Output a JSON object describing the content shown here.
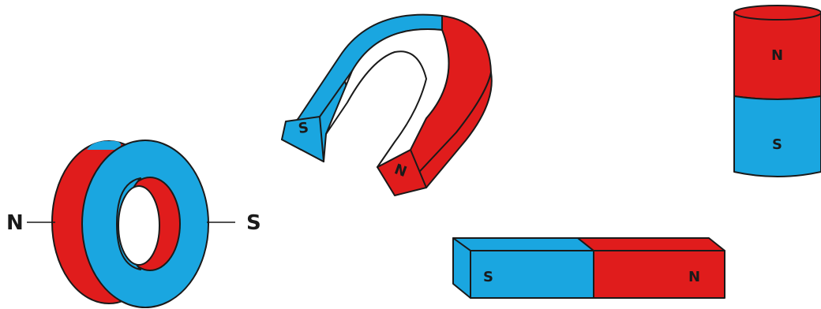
{
  "colors": {
    "north": "#e01c1c",
    "south": "#1aa6e0",
    "outline": "#1a1a1a"
  },
  "magnets": {
    "ring": {
      "north_label": "N",
      "south_label": "S"
    },
    "horseshoe": {
      "south_label": "S",
      "north_label": "N"
    },
    "cylinder": {
      "north_label": "N",
      "south_label": "S"
    },
    "bar": {
      "south_label": "S",
      "north_label": "N"
    }
  }
}
